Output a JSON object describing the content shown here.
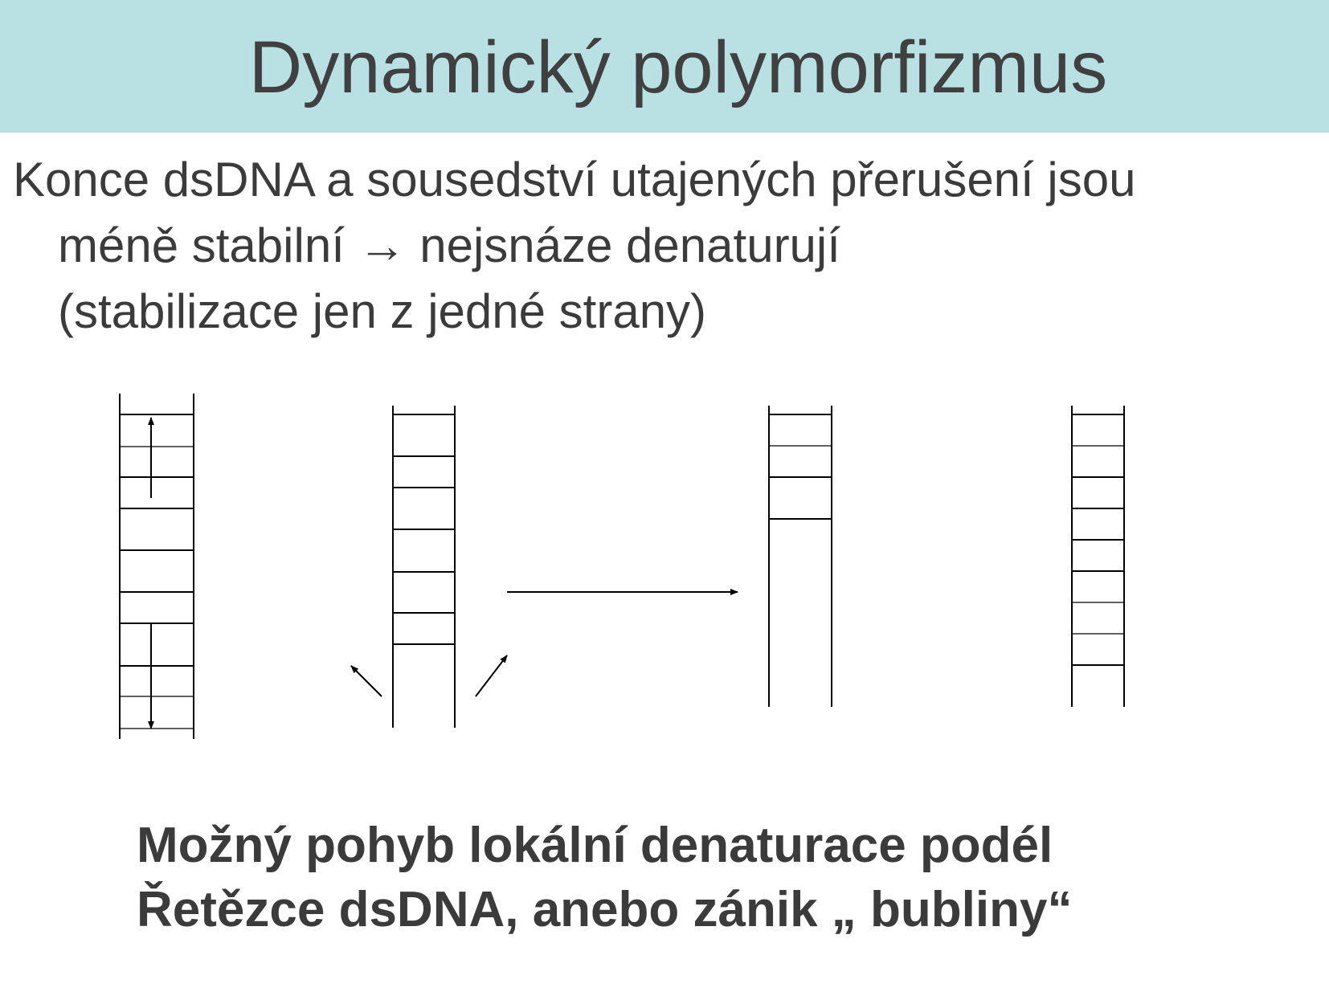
{
  "slide": {
    "title": "Dynamický polymorfizmus",
    "body_lines": [
      "Konce dsDNA a sousedství utajených přerušení jsou",
      "méně stabilní → nejsnáze denaturují",
      "(stabilizace jen z jedné strany)"
    ],
    "caption_lines": [
      "Možný pohyb lokální denaturace podél",
      "Řetězce dsDNA, anebo zánik „ bubliny“"
    ]
  },
  "colors": {
    "title_background": "#b9e0e3",
    "text": "#3b3b3b",
    "line": "#000000"
  },
  "diagram": {
    "ladders": [
      {
        "name": "ladder-bubble-moving",
        "arrows": [
          "up",
          "down"
        ]
      },
      {
        "name": "ladder-bubble-opening",
        "arrows": [
          "up-left",
          "up-right"
        ]
      },
      {
        "name": "ladder-denatured-end",
        "arrows": []
      },
      {
        "name": "ladder-fully-paired",
        "arrows": []
      }
    ],
    "transition_arrow": "right"
  }
}
